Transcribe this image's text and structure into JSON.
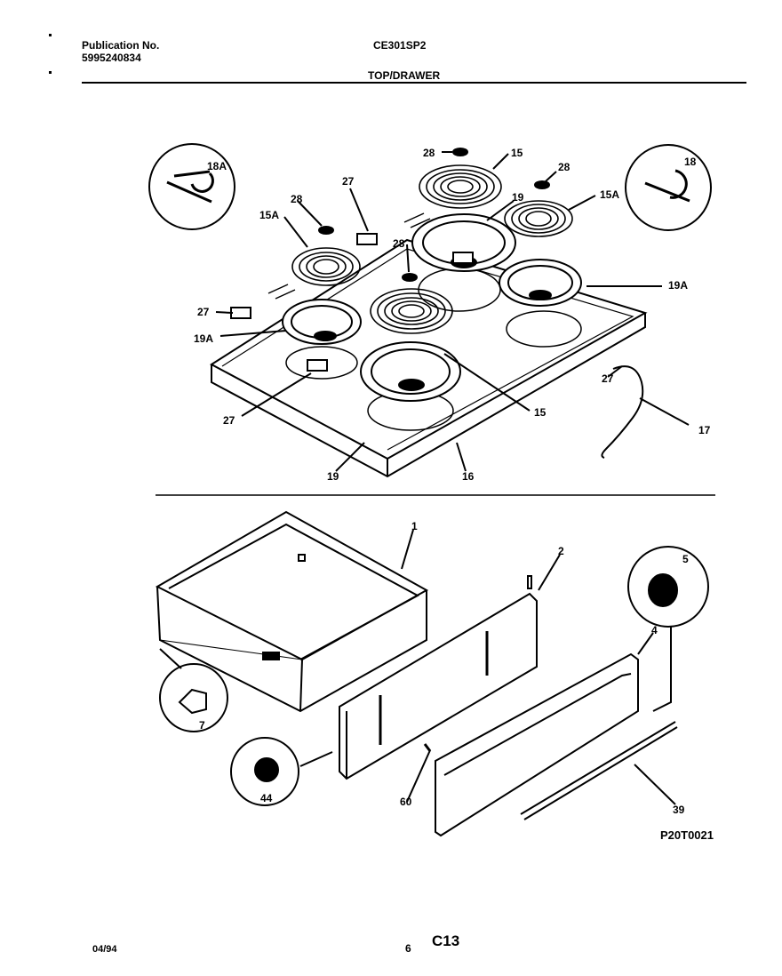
{
  "header": {
    "publication_label": "Publication No.",
    "publication_number": "5995240834",
    "model": "CE301SP2",
    "section": "TOP/DRAWER"
  },
  "diagram": {
    "part_labels": [
      "28",
      "15",
      "28",
      "18A",
      "18",
      "27",
      "28",
      "15A",
      "19",
      "15A",
      "28",
      "27",
      "19A",
      "19A",
      "27",
      "15",
      "27",
      "17",
      "19",
      "16",
      "1",
      "2",
      "5",
      "4",
      "7",
      "60",
      "44",
      "39"
    ],
    "drawing_code": "P20T0021"
  },
  "footer": {
    "date": "04/94",
    "page": "6",
    "code": "C13"
  }
}
